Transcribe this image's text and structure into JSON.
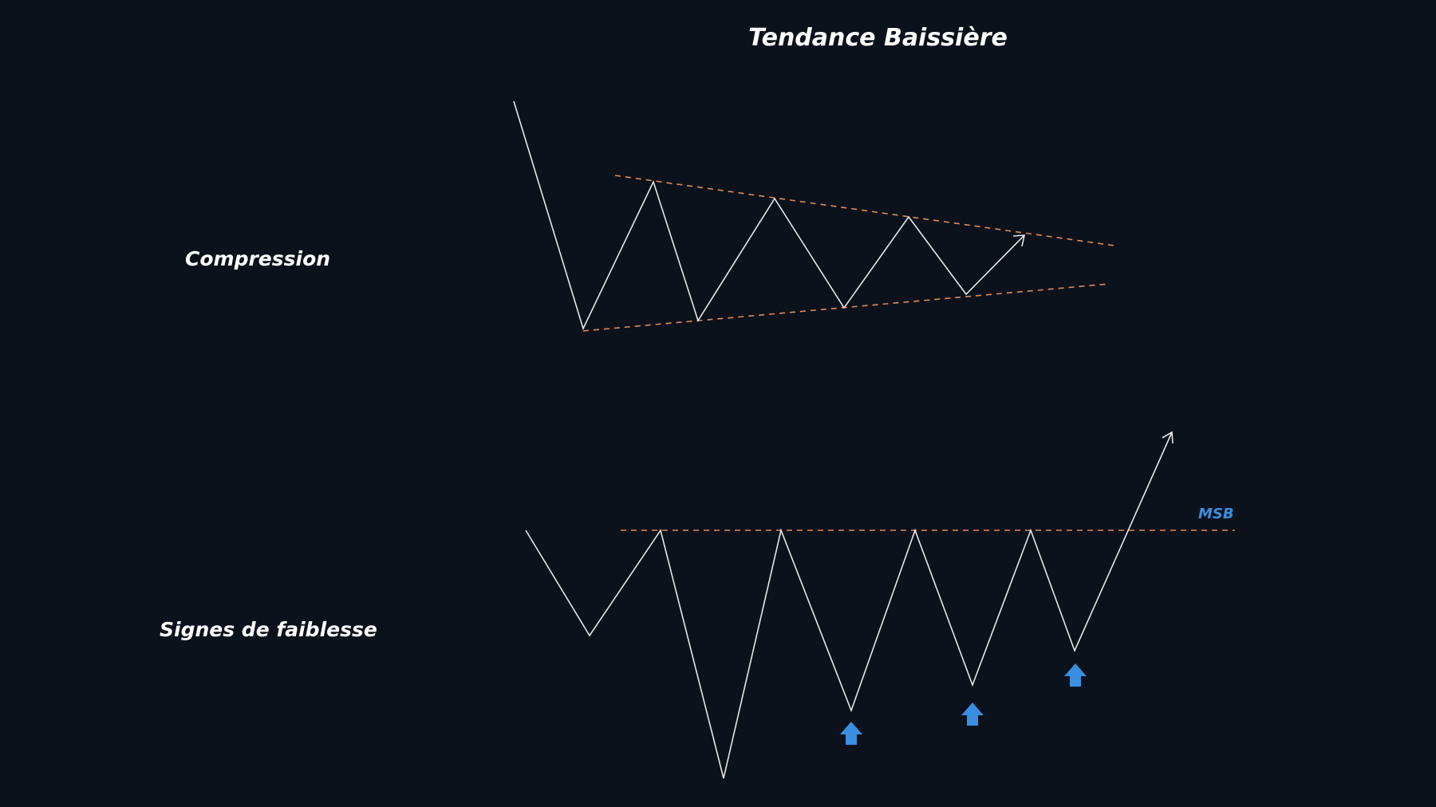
{
  "title": "Tendance Baissière",
  "panels": [
    {
      "label": "Compression",
      "pattern": "converging-trendlines"
    },
    {
      "label": "Signes de faiblesse",
      "pattern": "equal-highs-rising-lows",
      "line_label": "MSB"
    }
  ],
  "colors": {
    "background": "#0b121b",
    "price_line": "#e6e6e6",
    "dashed_line": "#e08a5a",
    "arrow": "#3a8fe0",
    "msb_text": "#3a8fe0",
    "text": "#ffffff"
  },
  "icons": [
    "up-arrow-icon",
    "up-arrow-icon",
    "up-arrow-icon",
    "arrow-head-icon"
  ]
}
